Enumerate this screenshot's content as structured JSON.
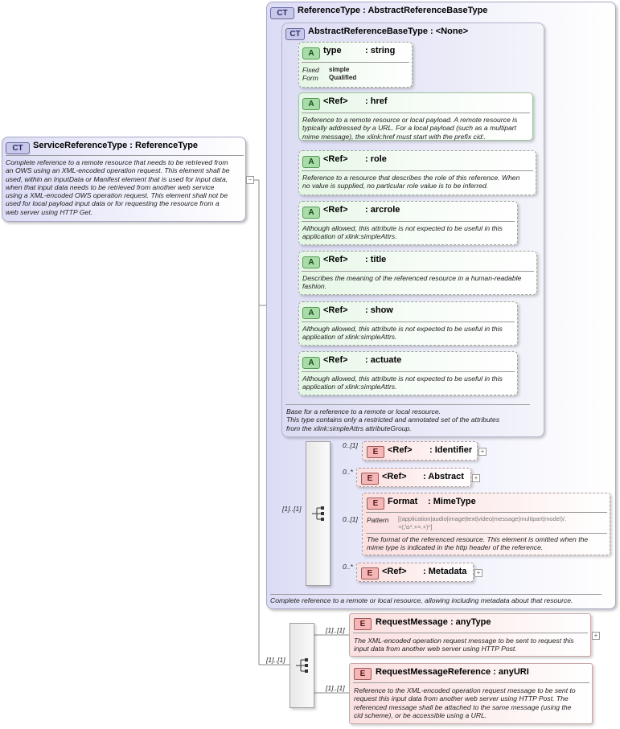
{
  "service": {
    "badge": "CT",
    "name": "ServiceReferenceType",
    "sep": ":",
    "type": "ReferenceType",
    "doc": [
      "Complete reference to a remote resource that needs to be retrieved from",
      "an OWS using an XML-encoded operation request. This element shall be",
      "used, within an InputData or Manifest element that is used for input data,",
      "when that input data needs to be retrieved from another web service",
      "using a XML-encoded OWS operation request. This element shall not be",
      "used for local payload input data or for requesting the resource from a",
      "web server using HTTP Get."
    ]
  },
  "reference_type": {
    "badge": "CT",
    "name": "ReferenceType",
    "sep": ":",
    "type": "AbstractReferenceBaseType",
    "doc": "Complete reference to a remote or local resource, allowing including metadata about that resource."
  },
  "abstract_base": {
    "badge": "CT",
    "name": "AbstractReferenceBaseType",
    "sep": ":",
    "type": "<None>",
    "doc": [
      "Base for a reference to a remote or local resource.",
      "This type contains only a restricted and annotated set of the attributes",
      "from the xlink:simpleAttrs attributeGroup."
    ]
  },
  "attributes": [
    {
      "badge": "A",
      "ref": "type",
      "sep": ":",
      "name": "string",
      "props": [
        {
          "key": "Fixed",
          "value": "simple"
        },
        {
          "key": "Form",
          "value": "Qualified"
        }
      ],
      "doc": []
    },
    {
      "badge": "A",
      "ref": "<Ref>",
      "sep": ":",
      "name": "href",
      "props": [],
      "doc": [
        "Reference to a remote resource or local payload. A remote resource is",
        "typically addressed by a URL. For a local payload (such as a multipart",
        "mime message), the xlink:href must start with the prefix cid:."
      ]
    },
    {
      "badge": "A",
      "ref": "<Ref>",
      "sep": ":",
      "name": "role",
      "props": [],
      "doc": [
        "Reference to a resource that describes the role of this reference. When",
        "no value is supplied, no particular role value is to be inferred."
      ]
    },
    {
      "badge": "A",
      "ref": "<Ref>",
      "sep": ":",
      "name": "arcrole",
      "props": [],
      "doc": [
        "Although allowed, this attribute is not expected to be useful in this",
        "application of xlink:simpleAttrs."
      ]
    },
    {
      "badge": "A",
      "ref": "<Ref>",
      "sep": ":",
      "name": "title",
      "props": [],
      "doc": [
        "Describes the meaning of the referenced resource in a human-readable",
        "fashion."
      ]
    },
    {
      "badge": "A",
      "ref": "<Ref>",
      "sep": ":",
      "name": "show",
      "props": [],
      "doc": [
        "Although allowed, this attribute is not expected to be useful in this",
        "application of xlink:simpleAttrs."
      ]
    },
    {
      "badge": "A",
      "ref": "<Ref>",
      "sep": ":",
      "name": "actuate",
      "props": [],
      "doc": [
        "Although allowed, this attribute is not expected to be useful in this",
        "application of xlink:simpleAttrs."
      ]
    }
  ],
  "ref_sequence": {
    "card": "[1]..[1]",
    "items": [
      {
        "badge": "E",
        "ref": "<Ref>",
        "sep": ":",
        "name": "Identifier",
        "card": "0..[1]"
      },
      {
        "badge": "E",
        "ref": "<Ref>",
        "sep": ":",
        "name": "Abstract",
        "card": "0..*"
      },
      {
        "badge": "E",
        "ref": "Format",
        "sep": ":",
        "name": "MimeType",
        "card": "0..[1]",
        "pattern_label": "Pattern",
        "pattern": [
          "[(application|audio|image|text|video|message|multipart|model)/.",
          "+(;\\s*.+=.+)*]"
        ],
        "doc": [
          "The format of the referenced resource. This element is omitted when the",
          "mime type is indicated in the http header of the reference."
        ]
      },
      {
        "badge": "E",
        "ref": "<Ref>",
        "sep": ":",
        "name": "Metadata",
        "card": "0..*"
      }
    ]
  },
  "outer_sequence": {
    "card": "[1]..[1]",
    "items": [
      {
        "badge": "E",
        "name": "RequestMessage",
        "sep": ":",
        "type": "anyType",
        "card": "[1]..[1]",
        "doc": [
          "The XML-encoded operation request message to be sent to request this",
          "input data from another web server using HTTP Post."
        ]
      },
      {
        "badge": "E",
        "name": "RequestMessageReference",
        "sep": ":",
        "type": "anyURI",
        "card": "[1]..[1]",
        "doc": [
          "Reference to the XML-encoded operation request message to be sent to",
          "request this input data from another web server using HTTP Post. The",
          "referenced message shall be attached to the same message (using the",
          "cid scheme), or be accessible using a URL."
        ]
      }
    ]
  },
  "colors": {
    "complex_type": "#dcdcf6",
    "attribute": "#a8dca8",
    "element": "#f4b6b6"
  }
}
